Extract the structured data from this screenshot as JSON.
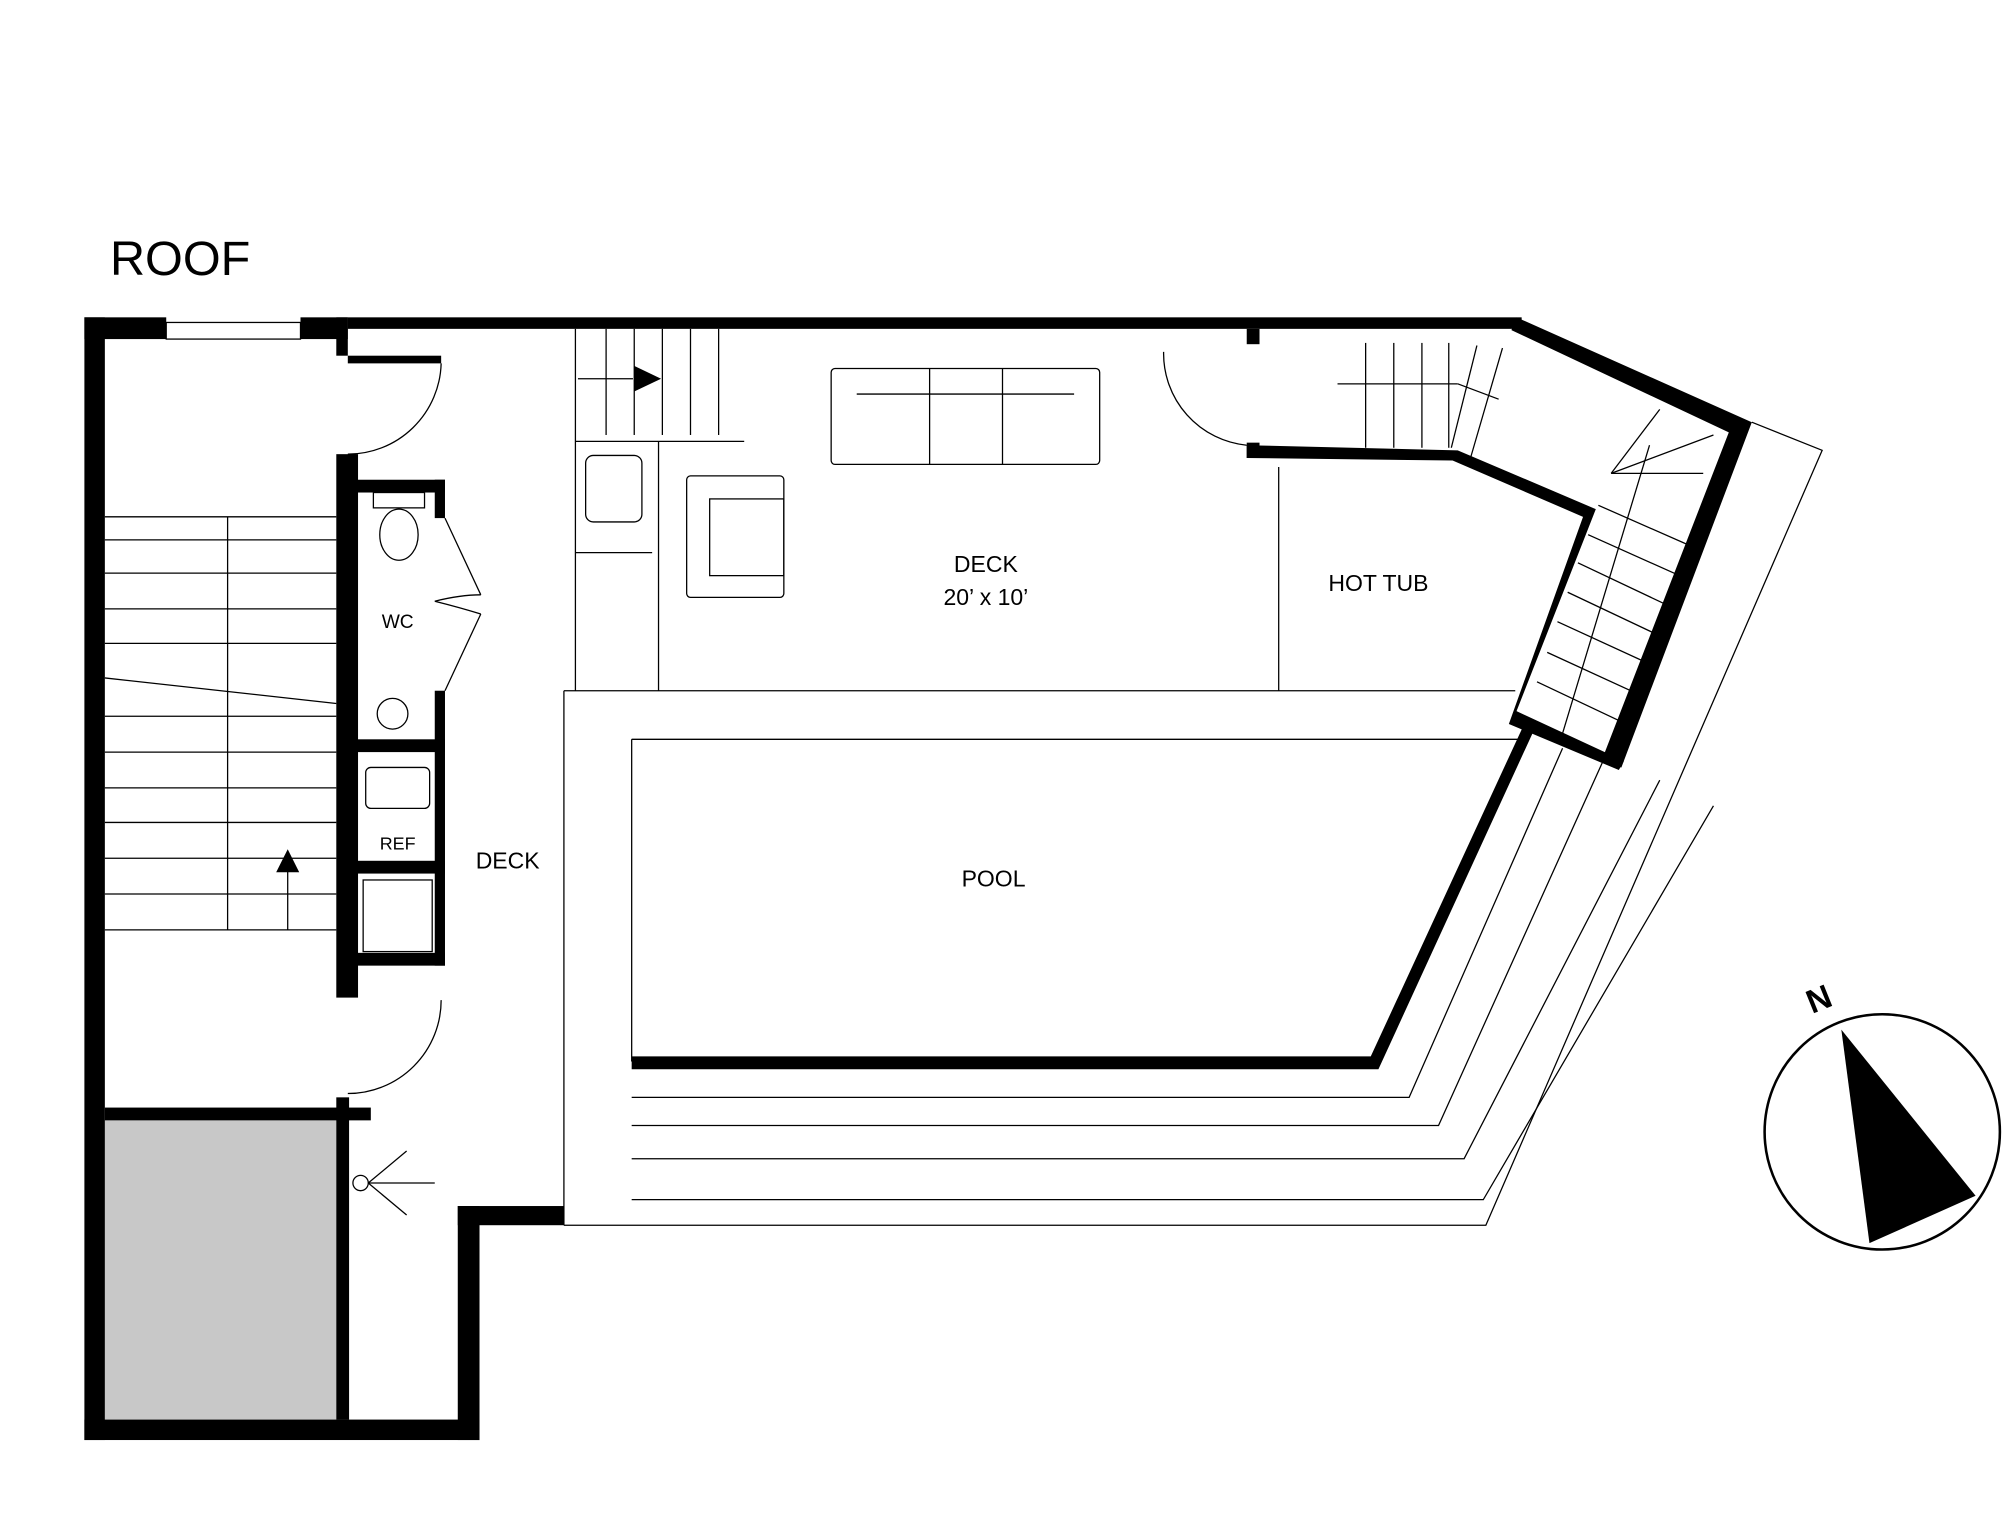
{
  "title": "ROOF",
  "rooms": {
    "deck_main": "DECK",
    "deck_main_size": "20’ x 10’",
    "hot_tub": "HOT TUB",
    "wc": "WC",
    "ref": "REF",
    "deck_side": "DECK",
    "pool": "POOL"
  },
  "compass": {
    "label": "N"
  },
  "colors": {
    "wall": "#000000",
    "shaded": "#c8c8c8",
    "line": "#000000"
  }
}
